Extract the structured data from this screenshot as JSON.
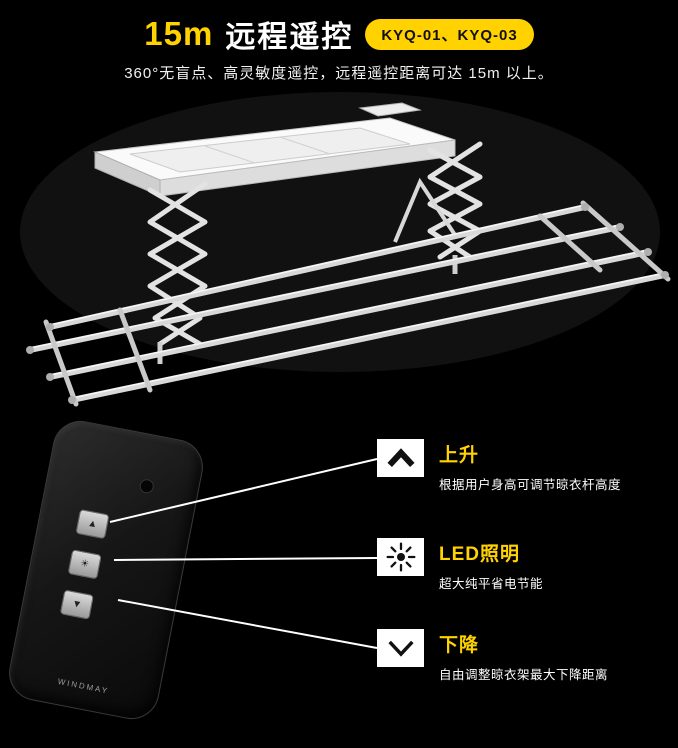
{
  "colors": {
    "background": "#000000",
    "accent_yellow": "#ffd200",
    "text_white": "#ffffff"
  },
  "header": {
    "title_highlight": "15m",
    "title_rest": "远程遥控",
    "badge": "KYQ-01、KYQ-03",
    "subtitle": "360°无盲点、高灵敏度遥控，远程遥控距离可达 15m 以上。"
  },
  "remote": {
    "brand": "WINDMAY",
    "buttons": [
      {
        "icon": "up-arrow-icon",
        "glyph": "▲"
      },
      {
        "icon": "light-icon",
        "glyph": "☀"
      },
      {
        "icon": "down-arrow-icon",
        "glyph": "▼"
      }
    ]
  },
  "features": [
    {
      "icon": "chevron-up-icon",
      "title": "上升",
      "description": "根据用户身高可调节晾衣杆高度"
    },
    {
      "icon": "sun-icon",
      "title": "LED照明",
      "description": "超大纯平省电节能"
    },
    {
      "icon": "chevron-down-icon",
      "title": "下降",
      "description": "自由调整晾衣架最大下降距离"
    }
  ]
}
